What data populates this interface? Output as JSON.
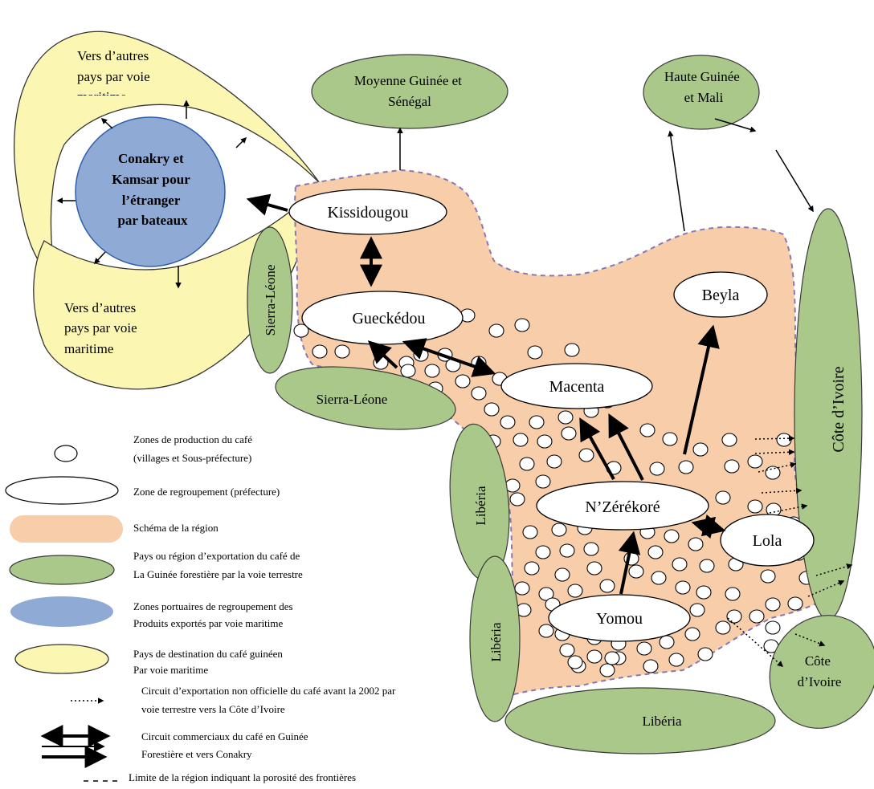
{
  "colors": {
    "region": "#f8cdaa",
    "region_border": "#8878b0",
    "country": "#a9c88a",
    "country_border": "#3a3a3a",
    "port": "#8eaad5",
    "port_border": "#2f5eaa",
    "destination": "#fbf7b2",
    "destination_border": "#333333"
  },
  "destinations": {
    "top_line1": "Vers d’autres",
    "top_line2": "pays par voie",
    "top_line3": "maritime",
    "bottom_line1": "Vers d’autres",
    "bottom_line2": "pays par voie",
    "bottom_line3": "maritime"
  },
  "port": {
    "line1": "Conakry et",
    "line2": "Kamsar pour",
    "line3": "l’étranger",
    "line4": "par bateaux"
  },
  "countries": {
    "moyenne_guinee_line1": "Moyenne Guinée et",
    "moyenne_guinee_line2": "Sénégal",
    "haute_guinee_line1": "Haute Guinée",
    "haute_guinee_line2": "et Mali",
    "sierra_leone_vertical": "Sierra-Léone",
    "sierra_leone_horizontal": "Sierra-Léone",
    "cote_ivoire_vertical": "Côte d’Ivoire",
    "cote_ivoire_small_line1": "Côte",
    "cote_ivoire_small_line2": "d’Ivoire",
    "liberia_upper": "Libéria",
    "liberia_lower": "Libéria",
    "liberia_bottom": "Libéria"
  },
  "prefectures": {
    "kissidougou": "Kissidougou",
    "gueckedou": "Gueckédou",
    "macenta": "Macenta",
    "beyla": "Beyla",
    "nzerekore": "N’Zérékoré",
    "lola": "Lola",
    "yomou": "Yomou"
  },
  "legend": {
    "production_line1": "Zones de production du café",
    "production_line2": "(villages et Sous-préfecture)",
    "regroupement": "Zone de regroupement (préfecture)",
    "region": "Schéma de la région",
    "export_land_line1": "Pays ou région d’exportation du café de",
    "export_land_line2": "La Guinée forestière par la voie terrestre",
    "ports_line1": "Zones portuaires de regroupement des",
    "ports_line2": "Produits exportés par voie maritime",
    "destination_line1": "Pays de destination du café guinéen",
    "destination_line2": "Par voie maritime",
    "unofficial_line1": "Circuit d’exportation  non officielle du café avant la 2002  par",
    "unofficial_line2": "voie terrestre  vers la Côte d’Ivoire",
    "commercial_line1": "Circuit commerciaux du café en Guinée",
    "commercial_line2": "Forestière et vers Conakry",
    "boundary": "Limite de la région indiquant la porosité des frontières"
  }
}
